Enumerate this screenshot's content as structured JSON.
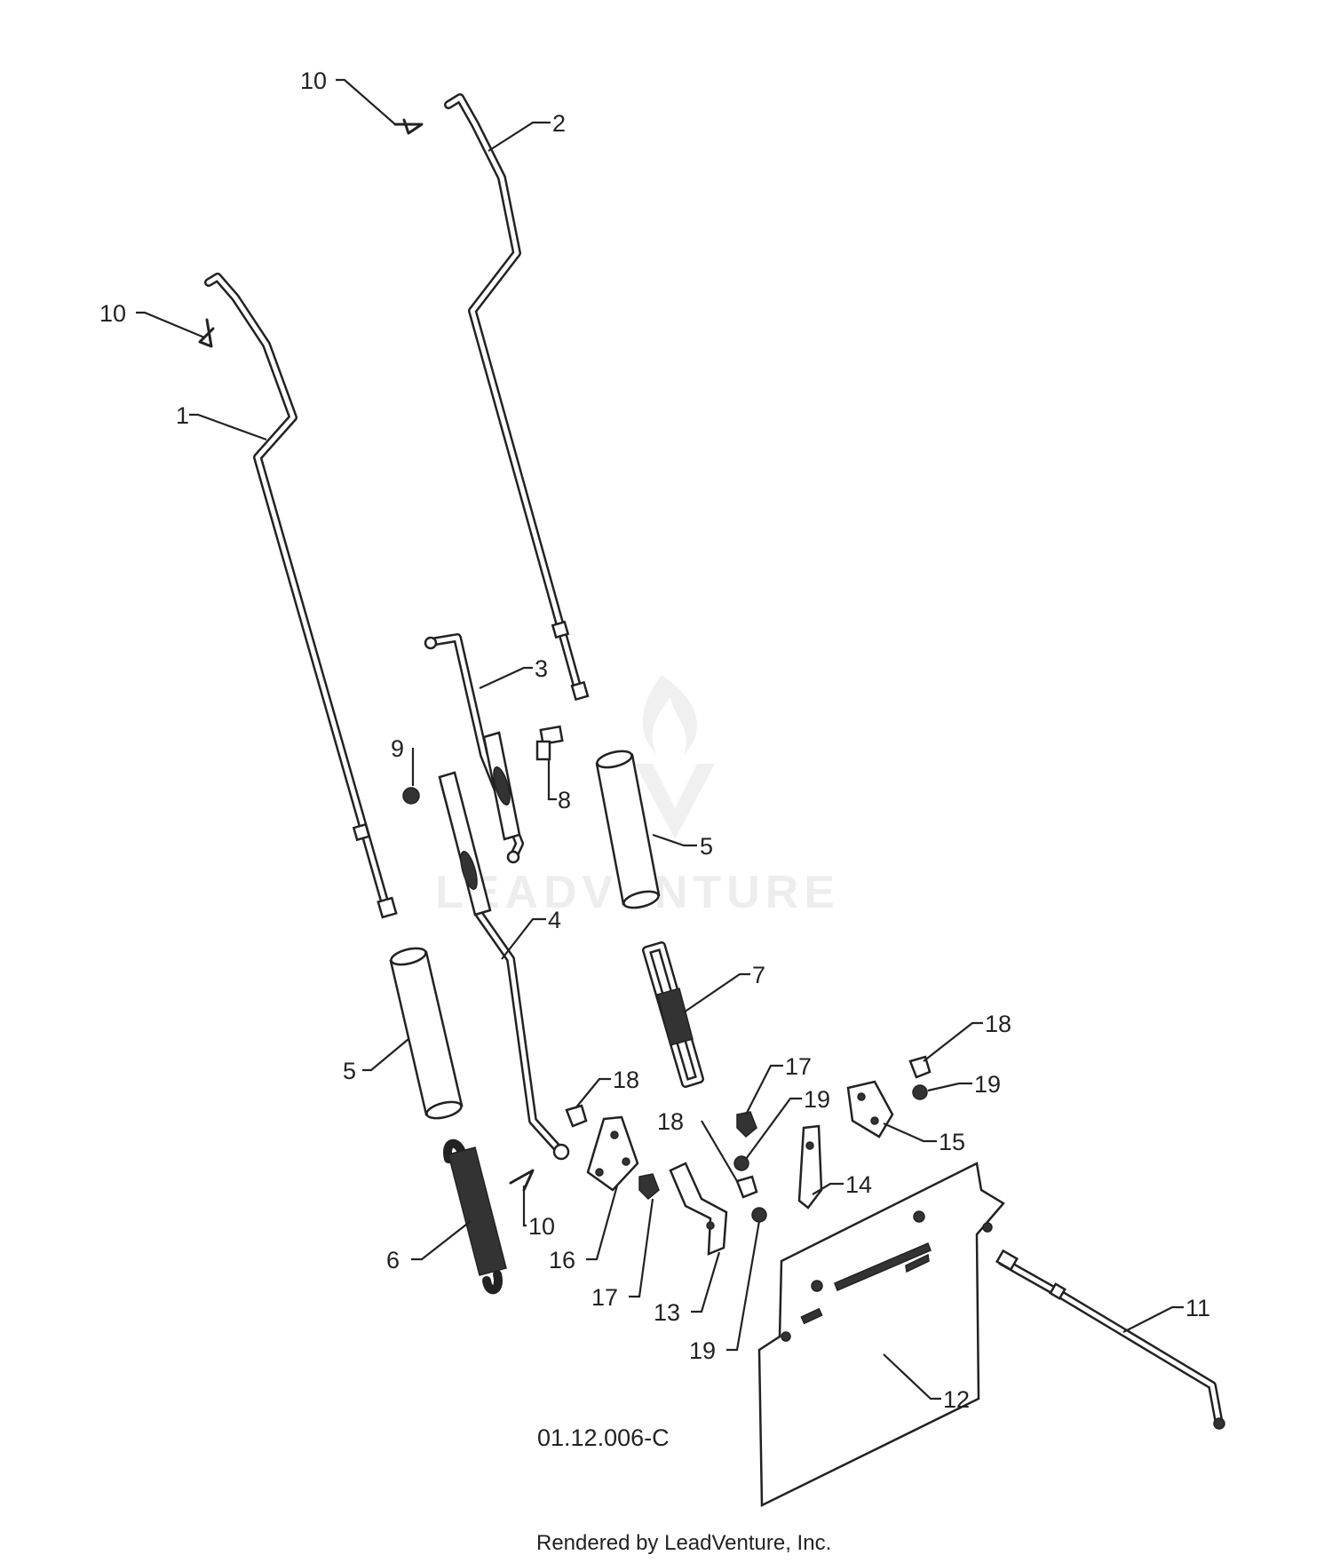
{
  "diagram": {
    "drawing_code": "01.12.006-C",
    "footer": "Rendered by LeadVenture, Inc.",
    "watermark": "LEADVENTURE",
    "callouts": [
      {
        "id": "c10a",
        "label": "10"
      },
      {
        "id": "c2",
        "label": "2"
      },
      {
        "id": "c10b",
        "label": "10"
      },
      {
        "id": "c1",
        "label": "1"
      },
      {
        "id": "c3",
        "label": "3"
      },
      {
        "id": "c9",
        "label": "9"
      },
      {
        "id": "c8",
        "label": "8"
      },
      {
        "id": "c5a",
        "label": "5"
      },
      {
        "id": "c4",
        "label": "4"
      },
      {
        "id": "c7",
        "label": "7"
      },
      {
        "id": "c5b",
        "label": "5"
      },
      {
        "id": "c18a",
        "label": "18"
      },
      {
        "id": "c17a",
        "label": "17"
      },
      {
        "id": "c19a",
        "label": "19"
      },
      {
        "id": "c18b",
        "label": "18"
      },
      {
        "id": "c19b",
        "label": "19"
      },
      {
        "id": "c18c",
        "label": "18"
      },
      {
        "id": "c15",
        "label": "15"
      },
      {
        "id": "c14",
        "label": "14"
      },
      {
        "id": "c10c",
        "label": "10"
      },
      {
        "id": "c6",
        "label": "6"
      },
      {
        "id": "c16",
        "label": "16"
      },
      {
        "id": "c17b",
        "label": "17"
      },
      {
        "id": "c13",
        "label": "13"
      },
      {
        "id": "c19c",
        "label": "19"
      },
      {
        "id": "c11",
        "label": "11"
      },
      {
        "id": "c12",
        "label": "12"
      }
    ]
  }
}
